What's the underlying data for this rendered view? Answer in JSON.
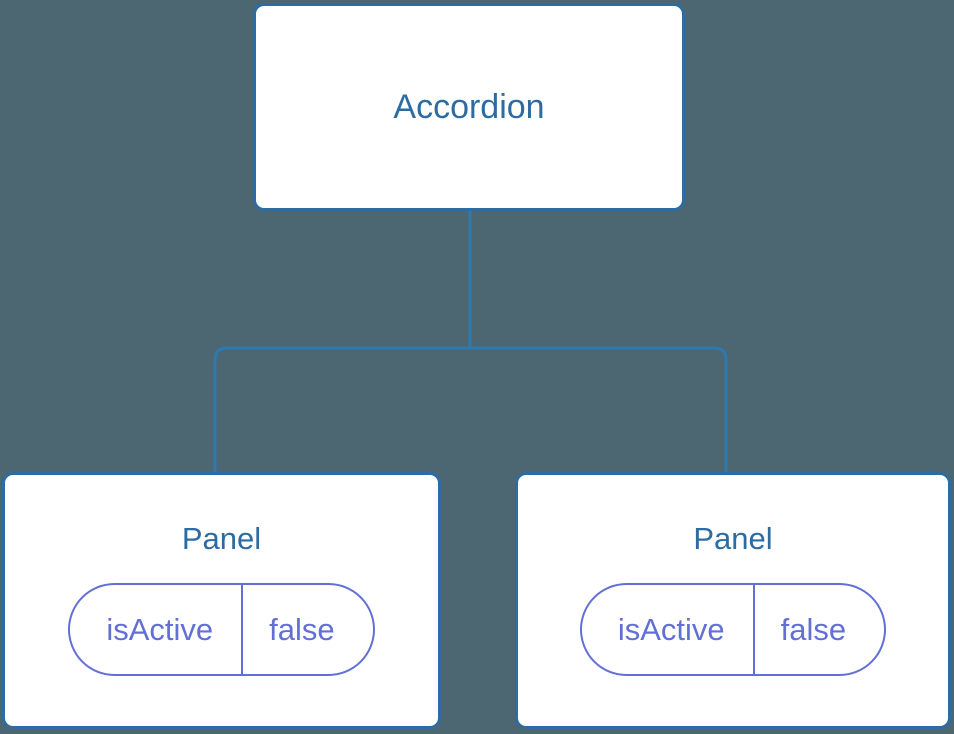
{
  "diagram": {
    "type": "component-tree",
    "background_color": "#4d6772",
    "node_border_color": "#2c6ca3",
    "node_title_color": "#2d6ca2",
    "pill_color": "#6270d6",
    "edge_color": "#2c7ab0",
    "root": {
      "label": "Accordion"
    },
    "children": [
      {
        "label": "Panel",
        "state": {
          "key": "isActive",
          "value": "false"
        }
      },
      {
        "label": "Panel",
        "state": {
          "key": "isActive",
          "value": "false"
        }
      }
    ]
  }
}
